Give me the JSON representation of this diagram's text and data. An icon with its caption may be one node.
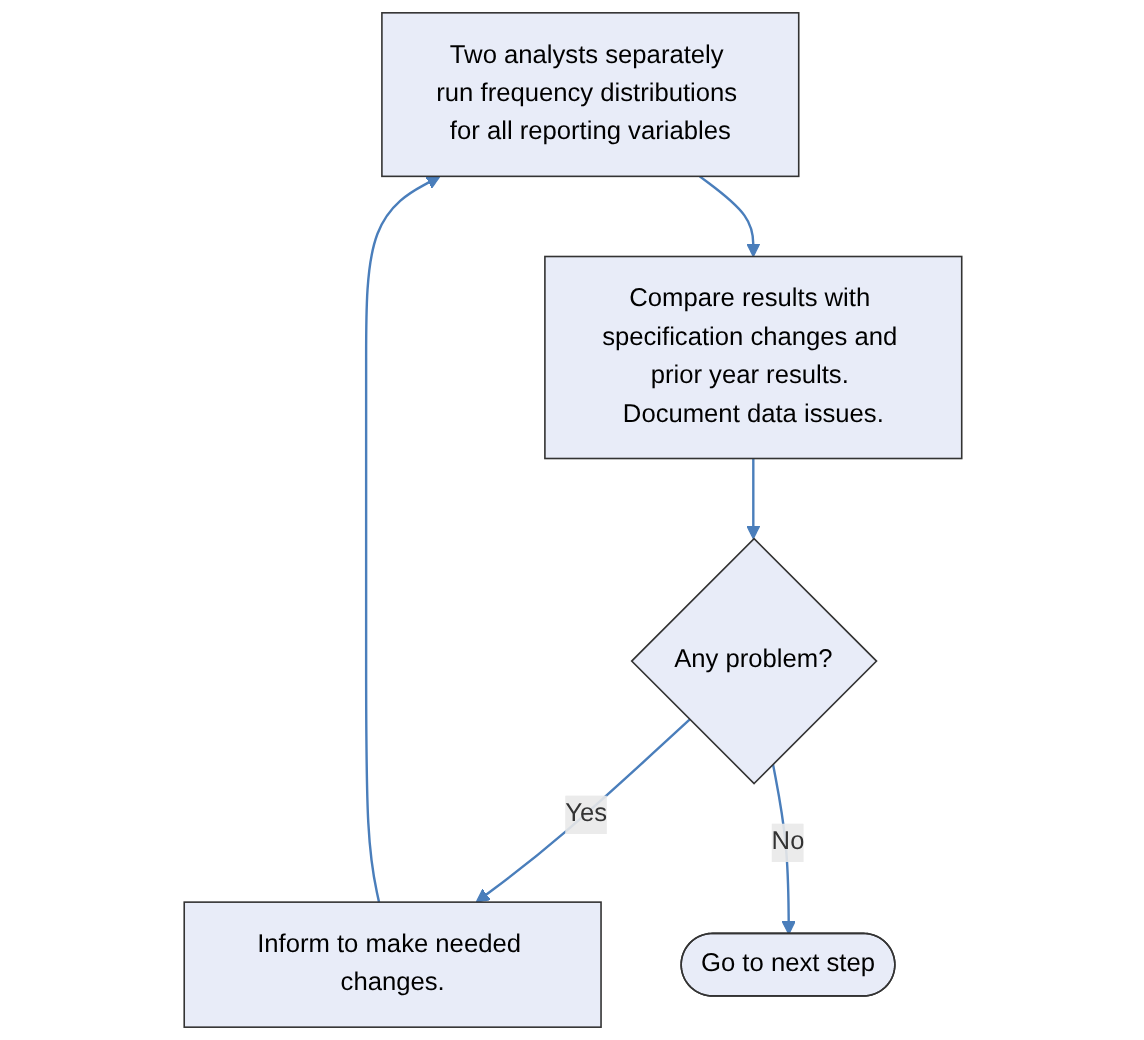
{
  "diagram": {
    "nodes": [
      {
        "text": [
          "Two analysts separately run frequency distributions for all reporting variables"
        ]
      },
      {
        "text": [
          "Compare results with specification changes and prior year results. Document data issues."
        ]
      },
      {
        "text": [
          "Any problem?"
        ]
      },
      {
        "text": [
          "Inform to make needed changes."
        ]
      },
      {
        "text": [
          "Go to next step"
        ]
      }
    ],
    "edges": [
      {
        "from": 0,
        "to": 1,
        "arrow": "to"
      },
      {
        "from": 1,
        "to": 2,
        "arrow": "to"
      },
      {
        "from": 2,
        "to": 3,
        "label": "Yes",
        "arrow": "to"
      },
      {
        "from": 3,
        "to": 0,
        "arrow": "to"
      },
      {
        "from": 2,
        "to": 4,
        "label": "No",
        "arrow": "to"
      }
    ]
  }
}
